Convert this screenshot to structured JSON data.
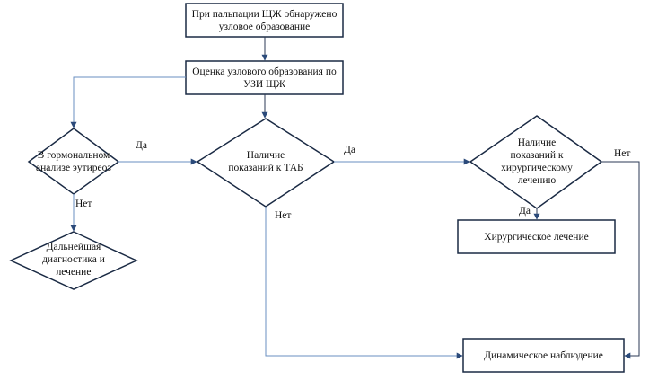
{
  "nodes": {
    "start": "При пальпации ЩЖ обнаружено узловое образование",
    "usg": "Оценка узлового образования по УЗИ ЩЖ",
    "hormonal": "В гормональном анализе эутиреоз",
    "tab_indications": "Наличие показаний к ТАБ",
    "surgery_indications": "Наличие показаний к хирургическому лечению",
    "further_dx": "Дальнейшая диагностика и лечение",
    "surgery": "Хирургическое лечение",
    "observation": "Динамическое наблюдение"
  },
  "edge_labels": {
    "hormonal_yes": "Да",
    "hormonal_no": "Нет",
    "tab_yes": "Да",
    "tab_no": "Нет",
    "surgery_yes": "Да",
    "surgery_no": "Нет"
  },
  "colors": {
    "box_border": "#1a2a44",
    "arrow": "#6a8fc0",
    "arrow_dark": "#2b3a55"
  }
}
